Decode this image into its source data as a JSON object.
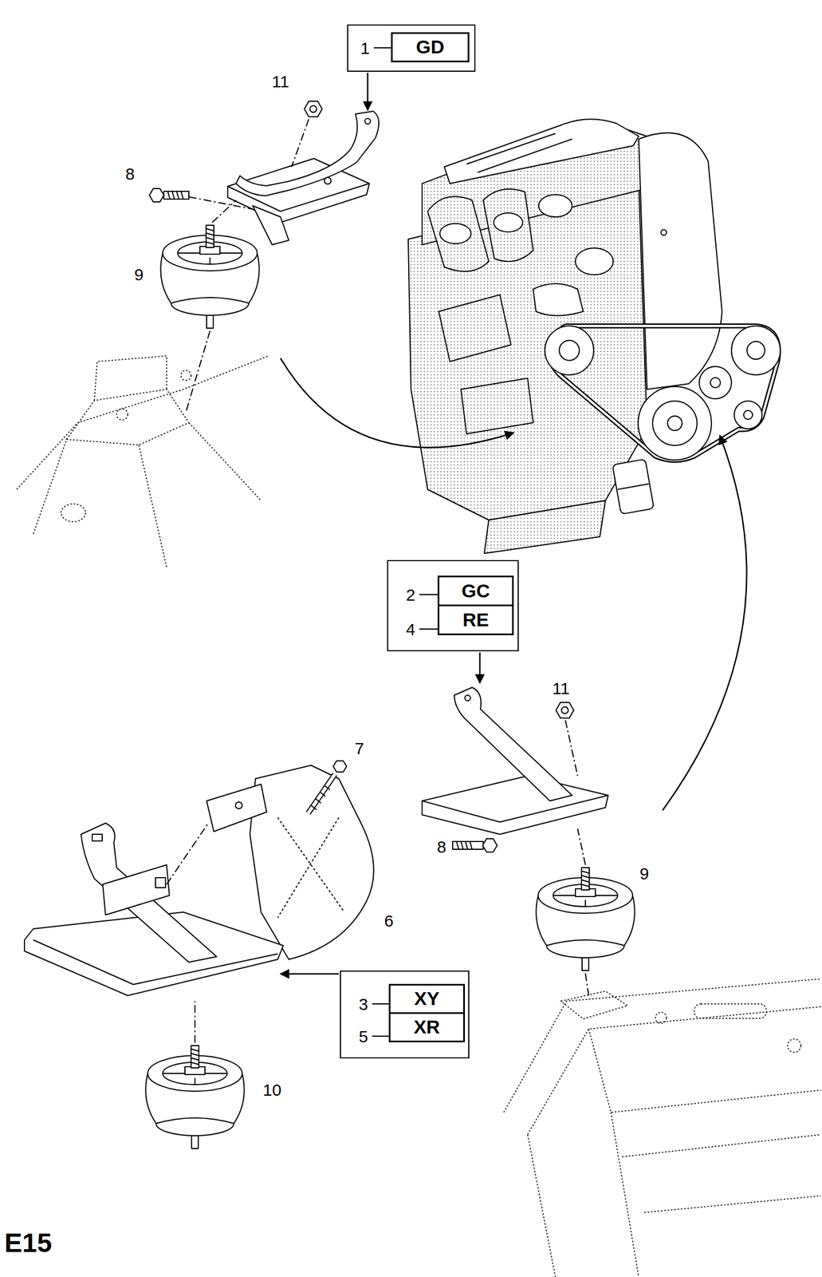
{
  "diagram": {
    "nodes": [
      {
        "text": [
          "1"
        ]
      },
      {
        "text": [
          "GD"
        ],
        "in": 0
      },
      {
        "text": [
          "2",
          "4"
        ]
      },
      {
        "text": [
          "GC"
        ],
        "in": 2
      },
      {
        "text": [
          "RE"
        ],
        "in": 2
      },
      {
        "text": [
          "3",
          "5"
        ]
      },
      {
        "text": [
          "XY"
        ],
        "in": 5
      },
      {
        "text": [
          "XR"
        ],
        "in": 5
      }
    ],
    "labels": [
      "11",
      "8",
      "9",
      "11",
      "7",
      "8",
      "9",
      "6",
      "10",
      "E15"
    ]
  }
}
